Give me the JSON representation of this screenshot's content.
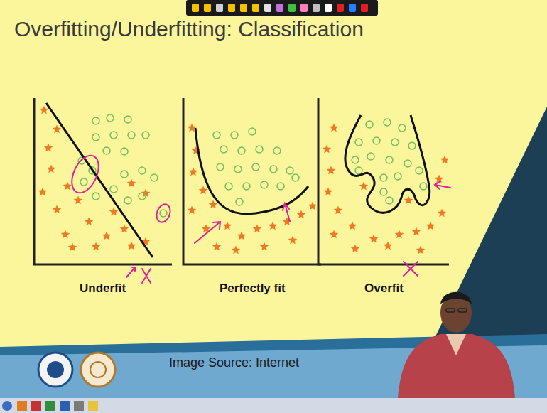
{
  "diagram": {
    "title": "Overfitting/Underfitting: Classification",
    "labels": [
      "Underfit",
      "Perfectly fit",
      "Overfit",
      "Image Source: Internet"
    ]
  }
}
